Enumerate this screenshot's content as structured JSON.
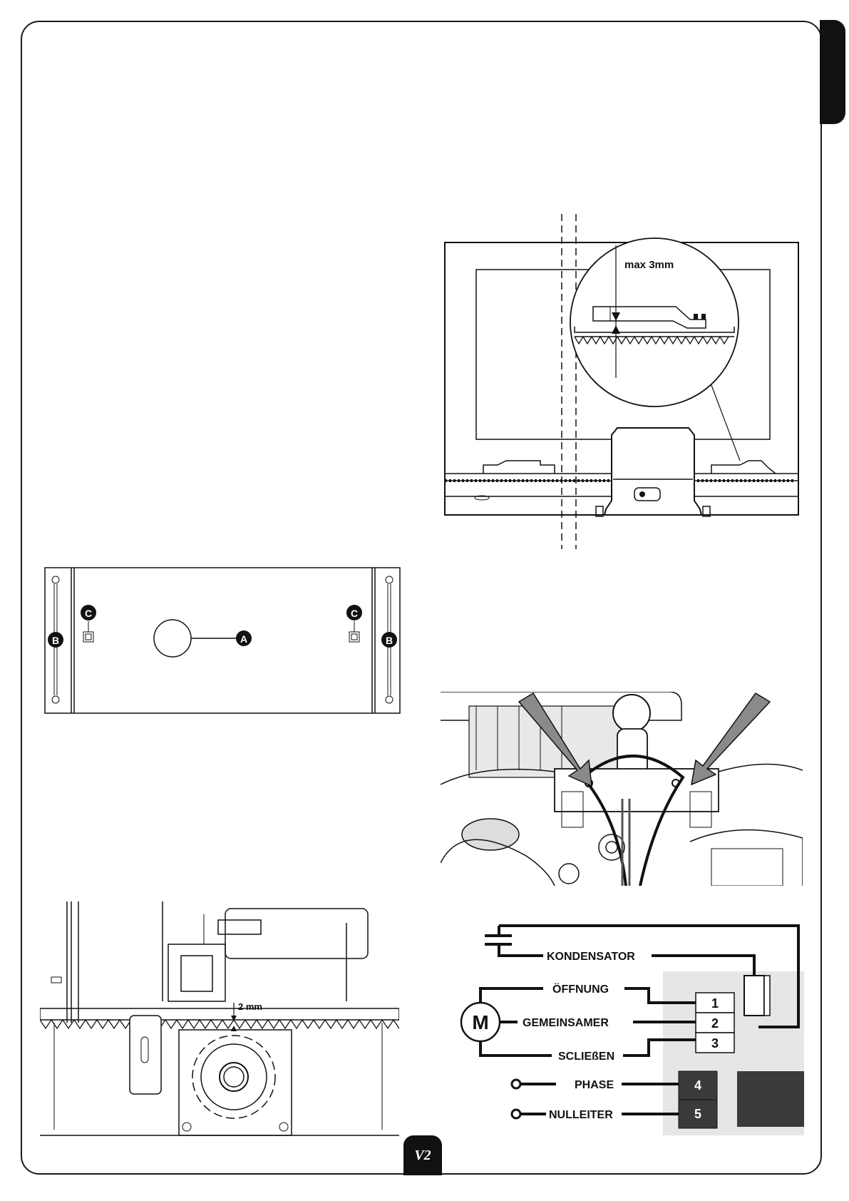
{
  "figures": {
    "gate_alignment": {
      "gap_label": "max 3mm"
    },
    "base_plate": {
      "label_a": "A",
      "label_b": "B",
      "label_c": "C"
    },
    "pinion_rack": {
      "gap_label": "2 mm"
    },
    "wiring": {
      "capacitor": "KONDENSATOR",
      "motor": "M",
      "opening": "ÖFFNUNG",
      "common": "GEMEINSAMER",
      "closing": "SCLIEßEN",
      "phase": "PHASE",
      "neutral": "NULLEITER",
      "terminals": [
        "1",
        "2",
        "3",
        "4",
        "5"
      ]
    }
  },
  "footer": {
    "brand_mark": "V2"
  },
  "colors": {
    "ink": "#111111",
    "terminal_dark": "#3a3a3a",
    "terminal_light": "#e6e6e6",
    "arrow_fill": "#8a8a8a"
  }
}
